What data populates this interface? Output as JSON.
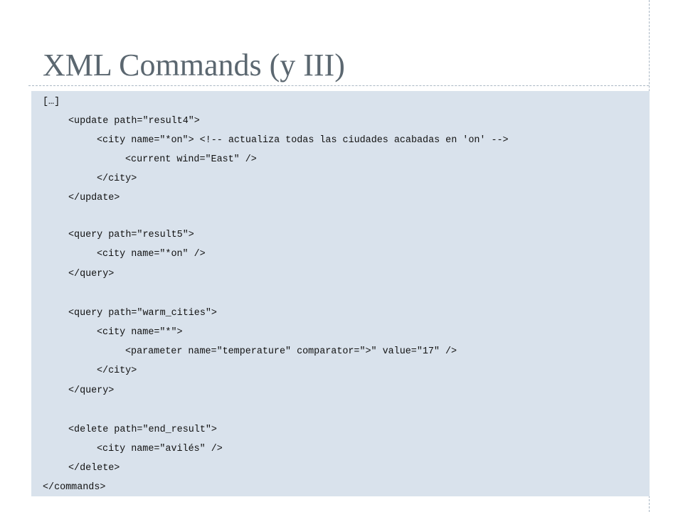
{
  "slide": {
    "title": "XML Commands (y III)"
  },
  "code": {
    "lines": [
      "[…]",
      "<update path=\"result4\">",
      "<city name=\"*on\"> <!-- actualiza todas las ciudades acabadas en 'on' -->",
      "<current wind=\"East\" />",
      "</city>",
      "</update>",
      "<query path=\"result5\">",
      "<city name=\"*on\" />",
      "</query>",
      "<query path=\"warm_cities\">",
      "<city name=\"*\">",
      "<parameter name=\"temperature\" comparator=\">\" value=\"17\" />",
      "</city>",
      "</query>",
      "<delete path=\"end_result\">",
      "<city name=\"avilés\" />",
      "</delete>",
      "</commands>"
    ]
  }
}
